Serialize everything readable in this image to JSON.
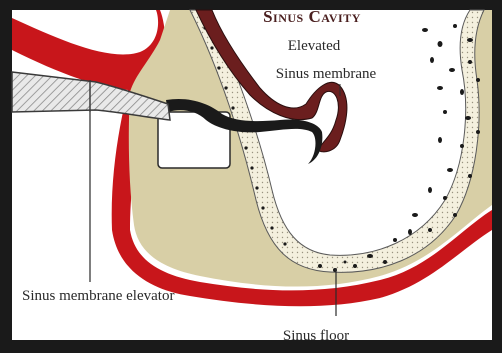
{
  "labels": {
    "title": "Sinus Cavity",
    "elevated": "Elevated",
    "membrane": "Sinus membrane",
    "elevator": "Sinus membrane elevator",
    "floor": "Sinus floor"
  },
  "colors": {
    "bone": "#d8cfa6",
    "gum": "#c8161b",
    "membrane": "#6b1e1e",
    "frame": "#1a1a1a",
    "instrument": "#c8c8c8"
  }
}
